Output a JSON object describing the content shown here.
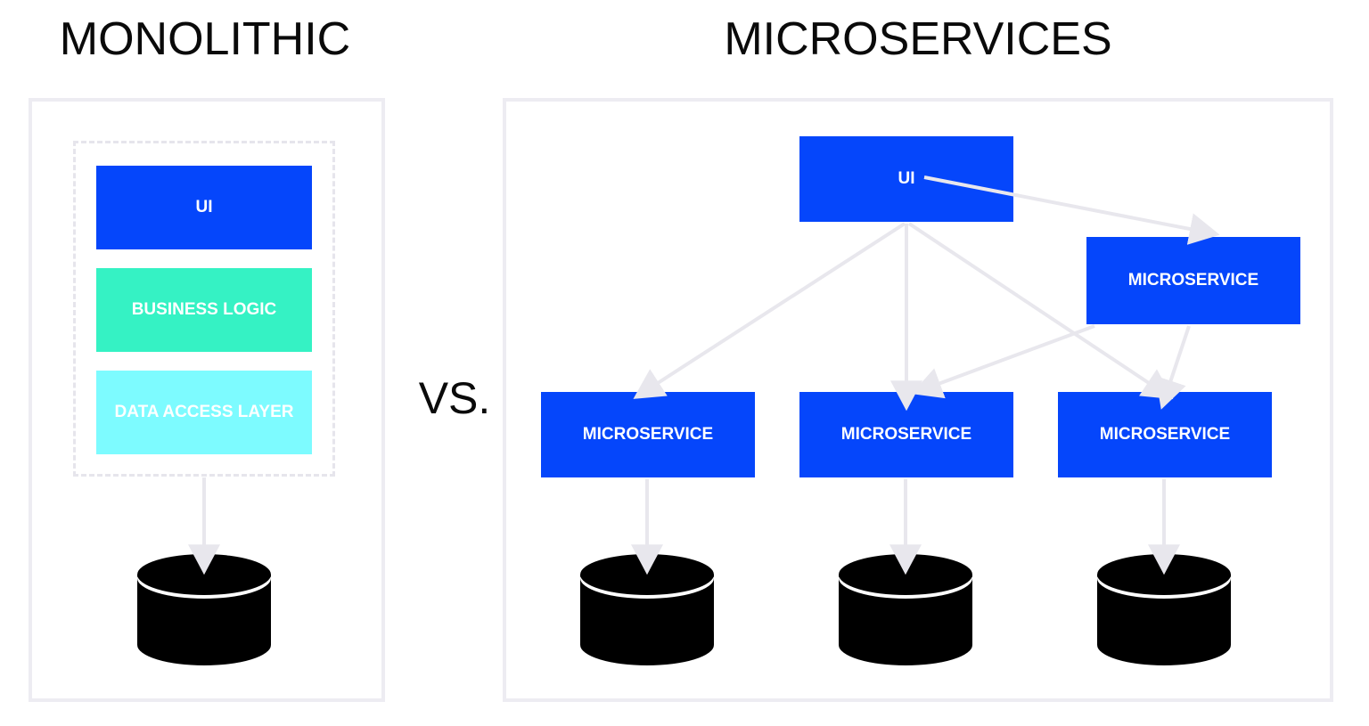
{
  "titles": {
    "left": "MONOLITHIC",
    "right": "MICROSERVICES"
  },
  "separator": {
    "label": "VS."
  },
  "colors": {
    "blue": "#0546FB",
    "teal": "#35F2C4",
    "cyan": "#7DFBFF",
    "database": "#000000",
    "arrow": "#E8E7ED",
    "panel_border": "#EDECF2",
    "dashed_border": "#E6E5EC",
    "background": "#FFFFFF",
    "title_text": "#0A0A0A",
    "box_text": "#FFFFFF"
  },
  "monolithic": {
    "layers": [
      {
        "label": "UI",
        "color": "blue"
      },
      {
        "label": "BUSINESS LOGIC",
        "color": "teal"
      },
      {
        "label": "DATA ACCESS LAYER",
        "color": "cyan"
      }
    ],
    "database_count": 1,
    "connections": [
      {
        "from": "monolith-app",
        "to": "database"
      }
    ]
  },
  "microservices": {
    "ui": {
      "label": "UI"
    },
    "services": [
      {
        "id": "ms-right",
        "label": "MICROSERVICE"
      },
      {
        "id": "ms-bottom-1",
        "label": "MICROSERVICE"
      },
      {
        "id": "ms-bottom-2",
        "label": "MICROSERVICE"
      },
      {
        "id": "ms-bottom-3",
        "label": "MICROSERVICE"
      }
    ],
    "database_count": 3,
    "connections": [
      {
        "from": "ui",
        "to": "ms-right"
      },
      {
        "from": "ui",
        "to": "ms-bottom-1"
      },
      {
        "from": "ui",
        "to": "ms-bottom-2"
      },
      {
        "from": "ui",
        "to": "ms-bottom-3"
      },
      {
        "from": "ms-right",
        "to": "ms-bottom-2"
      },
      {
        "from": "ms-right",
        "to": "ms-bottom-3"
      },
      {
        "from": "ms-bottom-1",
        "to": "database-1"
      },
      {
        "from": "ms-bottom-2",
        "to": "database-2"
      },
      {
        "from": "ms-bottom-3",
        "to": "database-3"
      }
    ]
  }
}
